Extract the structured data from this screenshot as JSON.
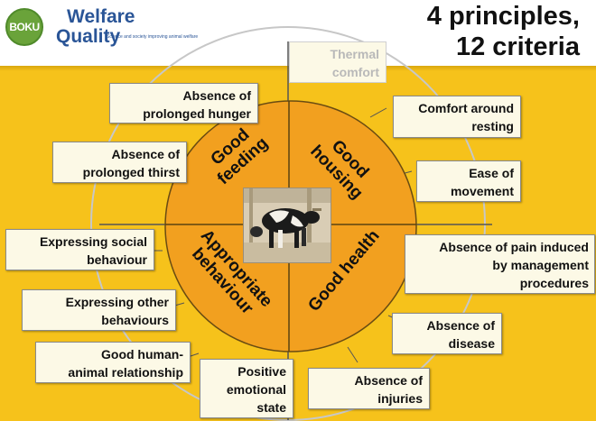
{
  "header": {
    "logo_text": "BOKU",
    "brand_line1": "Welfare",
    "brand_line2": "Quality",
    "brand_subtitle": "Science and society improving animal welfare",
    "title_line1": "4 principles,",
    "title_line2": "12 criteria"
  },
  "principles": {
    "feeding": "Good\nfeeding",
    "housing": "Good\nhousing",
    "health": "Good health",
    "behaviour": "Appropriate\nbehaviour"
  },
  "criteria": {
    "thermal_comfort": "Thermal\ncomfort",
    "comfort_resting": "Comfort around\nresting",
    "ease_movement": "Ease of\nmovement",
    "absence_hunger": "Absence of\nprolonged hunger",
    "absence_thirst": "Absence of\nprolonged thirst",
    "absence_pain": "Absence of pain induced\nby management\nprocedures",
    "absence_disease": "Absence of\ndisease",
    "absence_injuries": "Absence of\ninjuries",
    "expressing_social": "Expressing social\nbehaviour",
    "expressing_other": "Expressing other\nbehaviours",
    "human_animal": "Good human-\nanimal relationship",
    "positive_emotional": "Positive\nemotional\nstate"
  },
  "colors": {
    "background": "#f6c21b",
    "inner_circle": "#f2a01f",
    "box_fill": "#fcf9e6",
    "brand_blue": "#2a5597",
    "logo_green": "#6aa33a"
  }
}
